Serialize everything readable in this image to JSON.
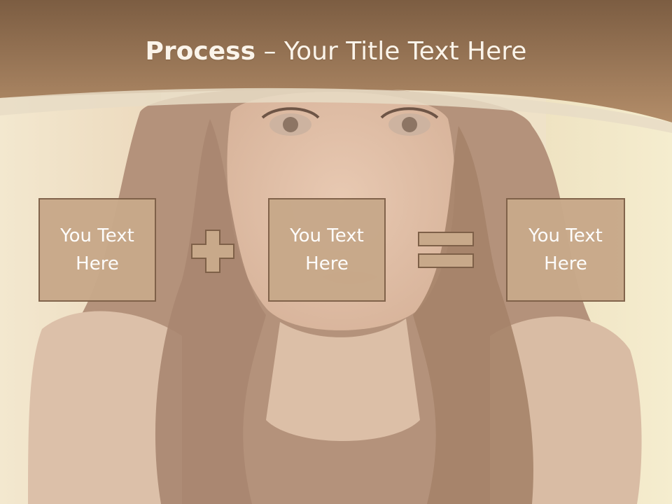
{
  "slide": {
    "title_bold": "Process",
    "title_rest": " – Your Title Text Here",
    "boxes": [
      {
        "text": "You Text Here"
      },
      {
        "text": "You Text Here"
      },
      {
        "text": "You Text Here"
      }
    ],
    "operators": [
      "plus-icon",
      "equals-icon"
    ]
  },
  "colors": {
    "header_brown": "#9a7455",
    "box_fill": "#c8a98a",
    "box_border": "#7e6048",
    "text_white": "#ffffff",
    "background_cream": "#efe4cf"
  }
}
